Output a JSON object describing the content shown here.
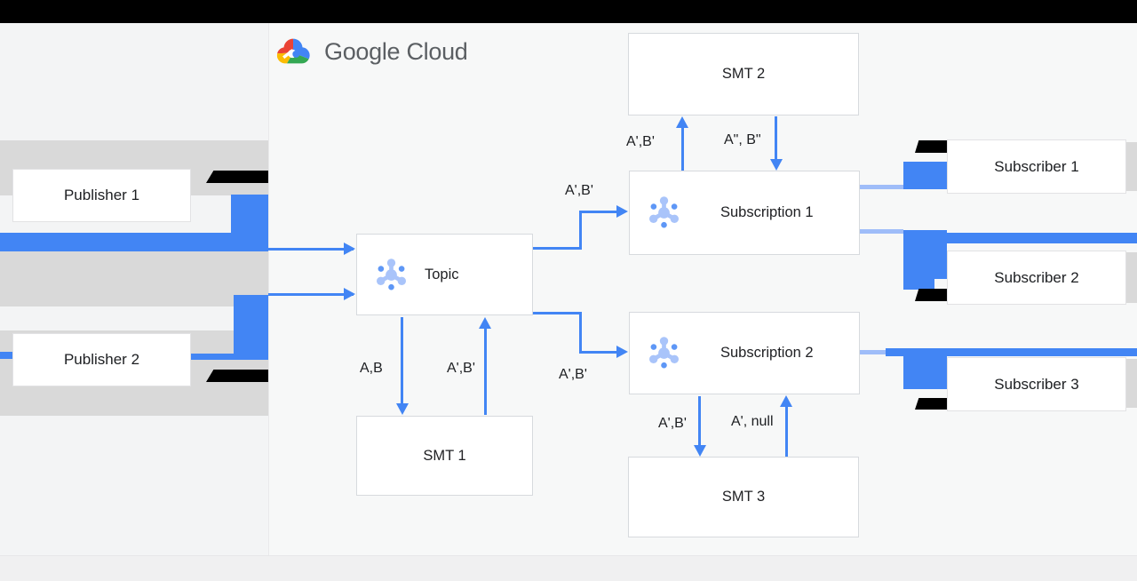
{
  "logo": {
    "text": "Google Cloud"
  },
  "publishers": [
    {
      "label": "Publisher 1"
    },
    {
      "label": "Publisher 2"
    }
  ],
  "topic": {
    "label": "Topic"
  },
  "subscriptions": [
    {
      "label": "Subscription 1"
    },
    {
      "label": "Subscription 2"
    }
  ],
  "smts": [
    {
      "label": "SMT 1"
    },
    {
      "label": "SMT 2"
    },
    {
      "label": "SMT 3"
    }
  ],
  "subscribers": [
    {
      "label": "Subscriber 1"
    },
    {
      "label": "Subscriber 2"
    },
    {
      "label": "Subscriber 3"
    }
  ],
  "arrow_labels": {
    "topic_to_subscription1": "A',B'",
    "topic_to_subscription2": "A',B'",
    "topic_to_smt1": "A,B",
    "smt1_to_topic": "A',B'",
    "subscription1_to_smt2": "A',B'",
    "smt2_to_subscription1": "A\", B\"",
    "subscription2_to_smt3": "A',B'",
    "smt3_to_subscription2": "A', null"
  },
  "colors": {
    "arrow_blue": "#4285f4",
    "icon_light_blue": "#a9c4fa",
    "icon_mid_blue": "#5e97f6",
    "redaction_gray": "#d9d9d9",
    "redaction_black": "#000000",
    "logo_text_gray": "#5f6368",
    "logo_red": "#ea4335",
    "logo_green": "#34a853",
    "logo_yellow": "#fbbc04"
  }
}
